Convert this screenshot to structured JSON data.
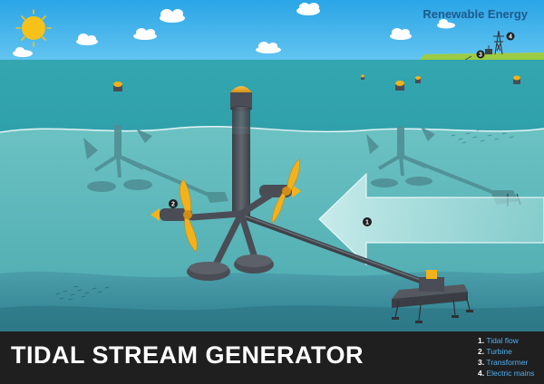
{
  "header": {
    "title": "Renewable Energy"
  },
  "footer": {
    "title": "TIDAL STREAM GENERATOR"
  },
  "markers": [
    {
      "num": "1"
    },
    {
      "num": "2"
    },
    {
      "num": "3"
    },
    {
      "num": "4"
    }
  ],
  "legend": [
    {
      "num": "1.",
      "label": "Tidal flow"
    },
    {
      "num": "2.",
      "label": "Turbine"
    },
    {
      "num": "3.",
      "label": "Transformer"
    },
    {
      "num": "4.",
      "label": "Electric mains"
    }
  ],
  "colors": {
    "sky": "#3aaeea",
    "sea": "#2a9fa8",
    "underwater": "#58b6b8",
    "seabed": "#3f93a0",
    "structure": "#4a4d55",
    "blade": "#f3b21c",
    "arrow": "#bfe8e6",
    "sun": "#f6c21a",
    "cliff": "#9ccb44",
    "footer": "#1f1f1f",
    "legend_text": "#4fb0f0"
  },
  "icons": [
    "sun-icon",
    "cloud-icon",
    "buoy-icon",
    "pylon-icon",
    "transformer-icon",
    "fish-school-icon"
  ]
}
